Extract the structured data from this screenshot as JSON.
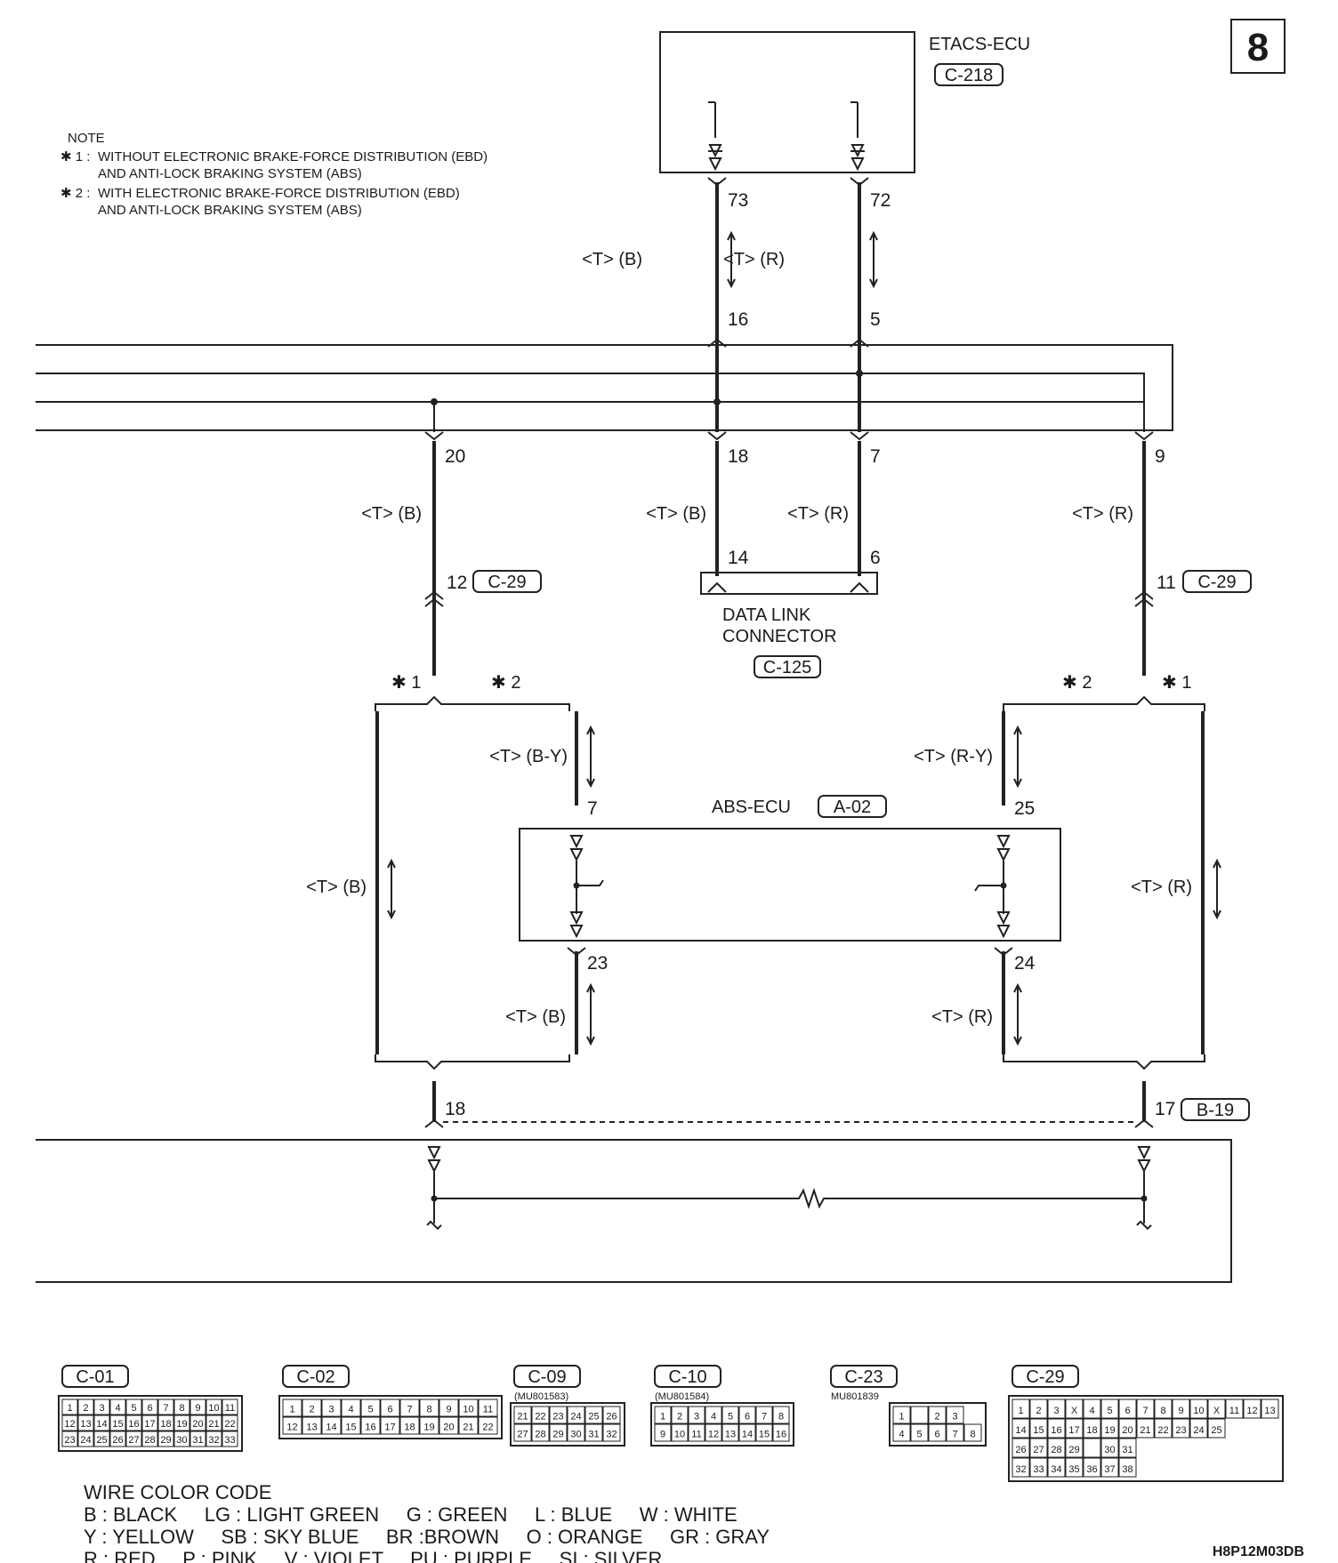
{
  "page_number": "8",
  "note": {
    "heading": "NOTE",
    "items": [
      {
        "mark": "✱ 1 :",
        "lines": [
          "WITHOUT ELECTRONIC BRAKE-FORCE DISTRIBUTION (EBD)",
          "AND ANTI-LOCK BRAKING SYSTEM (ABS)"
        ]
      },
      {
        "mark": "✱ 2 :",
        "lines": [
          "WITH ELECTRONIC BRAKE-FORCE DISTRIBUTION (EBD)",
          "AND ANTI-LOCK BRAKING SYSTEM (ABS)"
        ]
      }
    ]
  },
  "etacs": {
    "name": "ETACS-ECU",
    "connector": "C-218",
    "pin_left": "73",
    "pin_right": "72"
  },
  "upper_wires": {
    "left": {
      "color": "<T> (B)",
      "pin_bottom": "16"
    },
    "right": {
      "color": "<T> (R)",
      "pin_bottom": "5"
    }
  },
  "junction_pins": {
    "left": "20",
    "mid_left": "18",
    "mid_right": "7",
    "right": "9"
  },
  "middle_wires": {
    "left": "<T> (B)",
    "mid_left": "<T> (B)",
    "mid_right": "<T> (R)",
    "right": "<T> (R)"
  },
  "dlc": {
    "name_line1": "DATA LINK",
    "name_line2": "CONNECTOR",
    "connector": "C-125",
    "pin_left": "14",
    "pin_right": "6"
  },
  "c29_left": {
    "pin": "12",
    "connector": "C-29"
  },
  "c29_right": {
    "pin": "11",
    "connector": "C-29"
  },
  "marks": {
    "s1": "✱ 1",
    "s2": "✱ 2"
  },
  "abs": {
    "name": "ABS-ECU",
    "connector": "A-02",
    "pin_top_left": "7",
    "pin_top_right": "25",
    "pin_bottom_left": "23",
    "pin_bottom_right": "24",
    "wire_top_left": "<T> (B-Y)",
    "wire_top_right": "<T> (R-Y)",
    "wire_bottom_left": "<T> (B)",
    "wire_bottom_right": "<T> (R)",
    "bypass_left": "<T> (B)",
    "bypass_right": "<T> (R)"
  },
  "bottom": {
    "pin_left": "18",
    "pin_right": "17",
    "connector": "B-19"
  },
  "connectors": [
    {
      "id": "C-01",
      "part": "",
      "rows": [
        [
          "1",
          "2",
          "3",
          "4",
          "5",
          "6",
          "7",
          "8",
          "9",
          "10",
          "11"
        ],
        [
          "12",
          "13",
          "14",
          "15",
          "16",
          "17",
          "18",
          "19",
          "20",
          "21",
          "22"
        ],
        [
          "23",
          "24",
          "25",
          "26",
          "27",
          "28",
          "29",
          "30",
          "31",
          "32",
          "33"
        ]
      ]
    },
    {
      "id": "C-02",
      "part": "",
      "rows": [
        [
          "1",
          "2",
          "3",
          "4",
          "5",
          "6",
          "7",
          "8",
          "9",
          "10",
          "11"
        ],
        [
          "12",
          "13",
          "14",
          "15",
          "16",
          "17",
          "18",
          "19",
          "20",
          "21",
          "22"
        ]
      ]
    },
    {
      "id": "C-09",
      "part": "(MU801583)",
      "rows": [
        [
          "21",
          "22",
          "23",
          "24",
          "25",
          "26"
        ],
        [
          "27",
          "28",
          "29",
          "30",
          "31",
          "32"
        ]
      ]
    },
    {
      "id": "C-10",
      "part": "(MU801584)",
      "rows": [
        [
          "1",
          "2",
          "3",
          "4",
          "5",
          "6",
          "7",
          "8"
        ],
        [
          "9",
          "10",
          "11",
          "12",
          "13",
          "14",
          "15",
          "16"
        ]
      ]
    },
    {
      "id": "C-23",
      "part": "MU801839",
      "rows": [
        [
          "1",
          "",
          "2",
          "3"
        ],
        [
          "4",
          "5",
          "6",
          "7",
          "8"
        ]
      ]
    },
    {
      "id": "C-29",
      "part": "",
      "rows": [
        [
          "1",
          "2",
          "3",
          "X",
          "4",
          "5",
          "6",
          "7",
          "8",
          "9",
          "10",
          "X",
          "11",
          "12",
          "13"
        ],
        [
          "14",
          "15",
          "16",
          "17",
          "18",
          "19",
          "20",
          "21",
          "22",
          "23",
          "24",
          "25"
        ],
        [
          "26",
          "27",
          "28",
          "29",
          "",
          "30",
          "31"
        ],
        [
          "32",
          "33",
          "34",
          "35",
          "36",
          "37",
          "38"
        ]
      ]
    }
  ],
  "color_code": {
    "title": "WIRE COLOR CODE",
    "line1": "B : BLACK     LG : LIGHT GREEN     G : GREEN     L : BLUE     W : WHITE",
    "line2": "Y : YELLOW     SB : SKY BLUE     BR :BROWN     O : ORANGE     GR : GRAY",
    "line3": "R : RED     P : PINK     V : VIOLET     PU : PURPLE     SI : SILVER"
  },
  "code": "H8P12M03DB"
}
